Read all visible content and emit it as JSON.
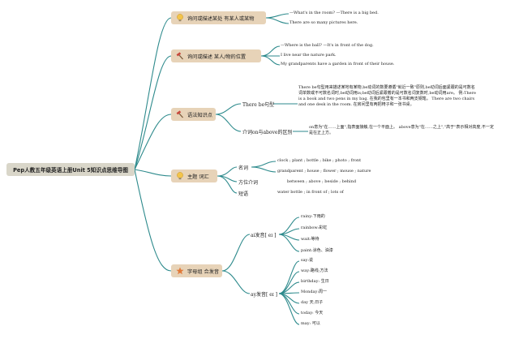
{
  "root": "Pep人教五年级英语上册Unit 5知识点思维导图",
  "branches": [
    {
      "label": "询问或描述某处 有某人或某物",
      "icon": "lightbulb-icon",
      "lines": [
        "—What's in the room? —There is a big bed.",
        "There are so many pictures here."
      ]
    },
    {
      "label": "询问或描述 某人/物的位置",
      "icon": "hammer-icon",
      "lines": [
        "—Where is the ball? —It's in front of the dog.",
        "I live near the nature park.",
        "My grandparents have a garden in front of their house."
      ]
    },
    {
      "label": "语法知识点",
      "icon": "hammer-icon",
      "subs": [
        {
          "label": "There be句型",
          "text": "There be句型用来描述某地有某物,be动词的数要遵循\"就近一致\"原则,be动词后面紧跟的是可数名词单数或不可数名词时,be动词用is;be动词后紧跟着的是可数名词复数时,be动词用are。 例:There is a book and two pens in my bag. 在我的包里有一本书和两支钢笔。 There are two chairs and one desk in the room. 在房间里有两把椅子和一张书桌。"
        },
        {
          "label": "介词on与above的区别",
          "text": "on意为\"在……上面\",指表面接触,在一个平面上。 above意为\"在……之上\",\"高于\"表示相对高度,不一定是在正上方。"
        }
      ]
    },
    {
      "label": "主题 词汇",
      "icon": "lightbulb-icon",
      "subs": [
        {
          "label": "名词",
          "lines": [
            "clock ; plant ; bottle ; bike ; photo ; front",
            "grandparent ; house ; flower ; mouse ; nature"
          ]
        },
        {
          "label": "方位介词",
          "lines": [
            "between ; above ; beside ; behind"
          ]
        },
        {
          "label": "短语",
          "lines": [
            "water bottle ; in front of ; lots of"
          ]
        }
      ]
    },
    {
      "label": "字母组 合发音",
      "icon": "star-icon",
      "subs": [
        {
          "label": "ai发音[ eɪ ]",
          "lines": [
            "rainy:下雨的",
            "rainbow:彩虹",
            "wait:等待",
            "paint:涂色、油漆"
          ]
        },
        {
          "label": "ay发音[ eɪ ]",
          "lines": [
            "say:说",
            "way:路线;方法",
            "birthday: 生日",
            "Monday:周一",
            "day 天;日子",
            "today: 今天",
            "may: 可以"
          ]
        }
      ]
    }
  ],
  "colors": {
    "root_bg": "#d9d6c9",
    "branch_bg": "#e7d3b8",
    "line": "#2d8a8c"
  }
}
